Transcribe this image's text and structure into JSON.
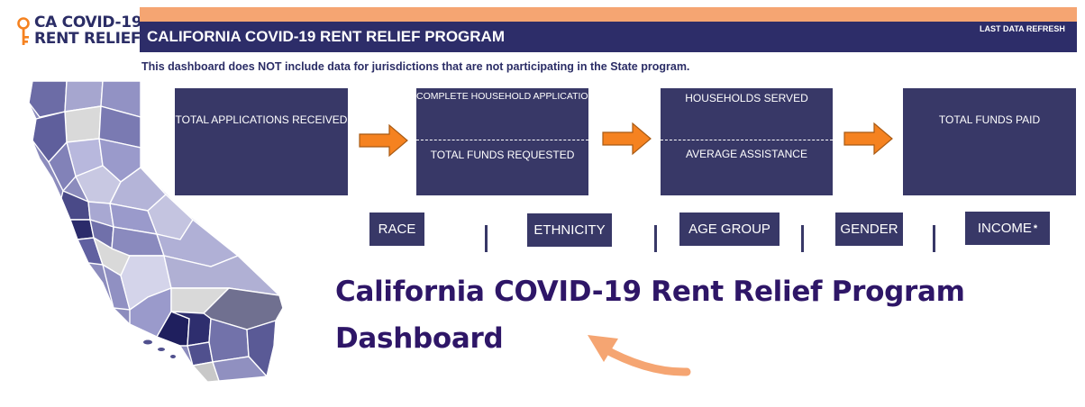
{
  "logo": {
    "line1": "CA COVID-19",
    "line2": "RENT RELIEF",
    "icon": "key-icon"
  },
  "header": {
    "title": "CALIFORNIA COVID-19 RENT RELIEF PROGRAM",
    "refresh_label": "LAST DATA REFRESH",
    "disclaimer": "This dashboard does NOT include data for jurisdictions that are not participating in the State program."
  },
  "kpis": {
    "total_apps": "TOTAL APPLICATIONS RECEIVED",
    "complete_apps": "COMPLETE HOUSEHOLD APPLICATIONS",
    "funds_requested": "TOTAL FUNDS REQUESTED",
    "households_served": "HOUSEHOLDS SERVED",
    "avg_assistance": "AVERAGE ASSISTANCE",
    "funds_paid": "TOTAL FUNDS PAID"
  },
  "filters": {
    "race": "RACE",
    "ethnicity": "ETHNICITY",
    "age_group": "AGE GROUP",
    "gender": "GENDER",
    "income": "INCOME",
    "income_marker": "*"
  },
  "headline": {
    "line1": "California COVID-19 Rent Relief Program",
    "line2": "Dashboard"
  },
  "colors": {
    "navy": "#2d2d69",
    "box": "#383867",
    "orange": "#f5a572",
    "arrow_orange": "#f58220",
    "title_purple": "#2e1667"
  }
}
